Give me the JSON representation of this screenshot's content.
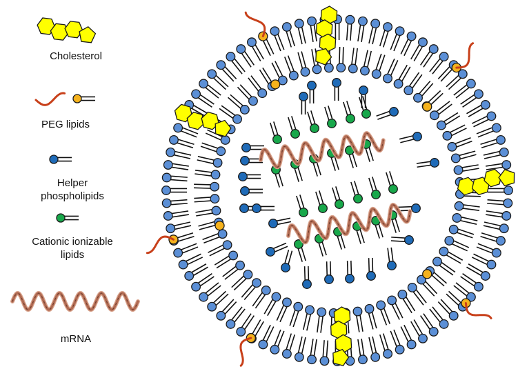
{
  "title": "Lipid nanoparticle (LNP) structure",
  "legend": [
    {
      "key": "cholesterol",
      "label": "Cholesterol"
    },
    {
      "key": "peg",
      "label": "PEG lipids"
    },
    {
      "key": "helper",
      "label": "Helper phospholipids"
    },
    {
      "key": "cationic",
      "label": "Cationic ionizable lipids"
    },
    {
      "key": "mrna",
      "label": "mRNA"
    }
  ],
  "labels": {
    "cholesterol": "Cholesterol",
    "peg": "PEG lipids",
    "helper_1": "Helper",
    "helper_2": "phospholipids",
    "cationic_1": "Cationic ionizable",
    "cationic_2": "lipids",
    "mrna": "mRNA"
  },
  "colors": {
    "helper_head": "#5b8fd6",
    "helper_head_dark": "#1f6bb8",
    "peg_head": "#f5b21c",
    "peg_tail": "#c8401a",
    "cationic_head": "#18a84b",
    "cholesterol": "#ffff00",
    "mrna": "#b06a52",
    "outline": "#1a1a1a"
  }
}
